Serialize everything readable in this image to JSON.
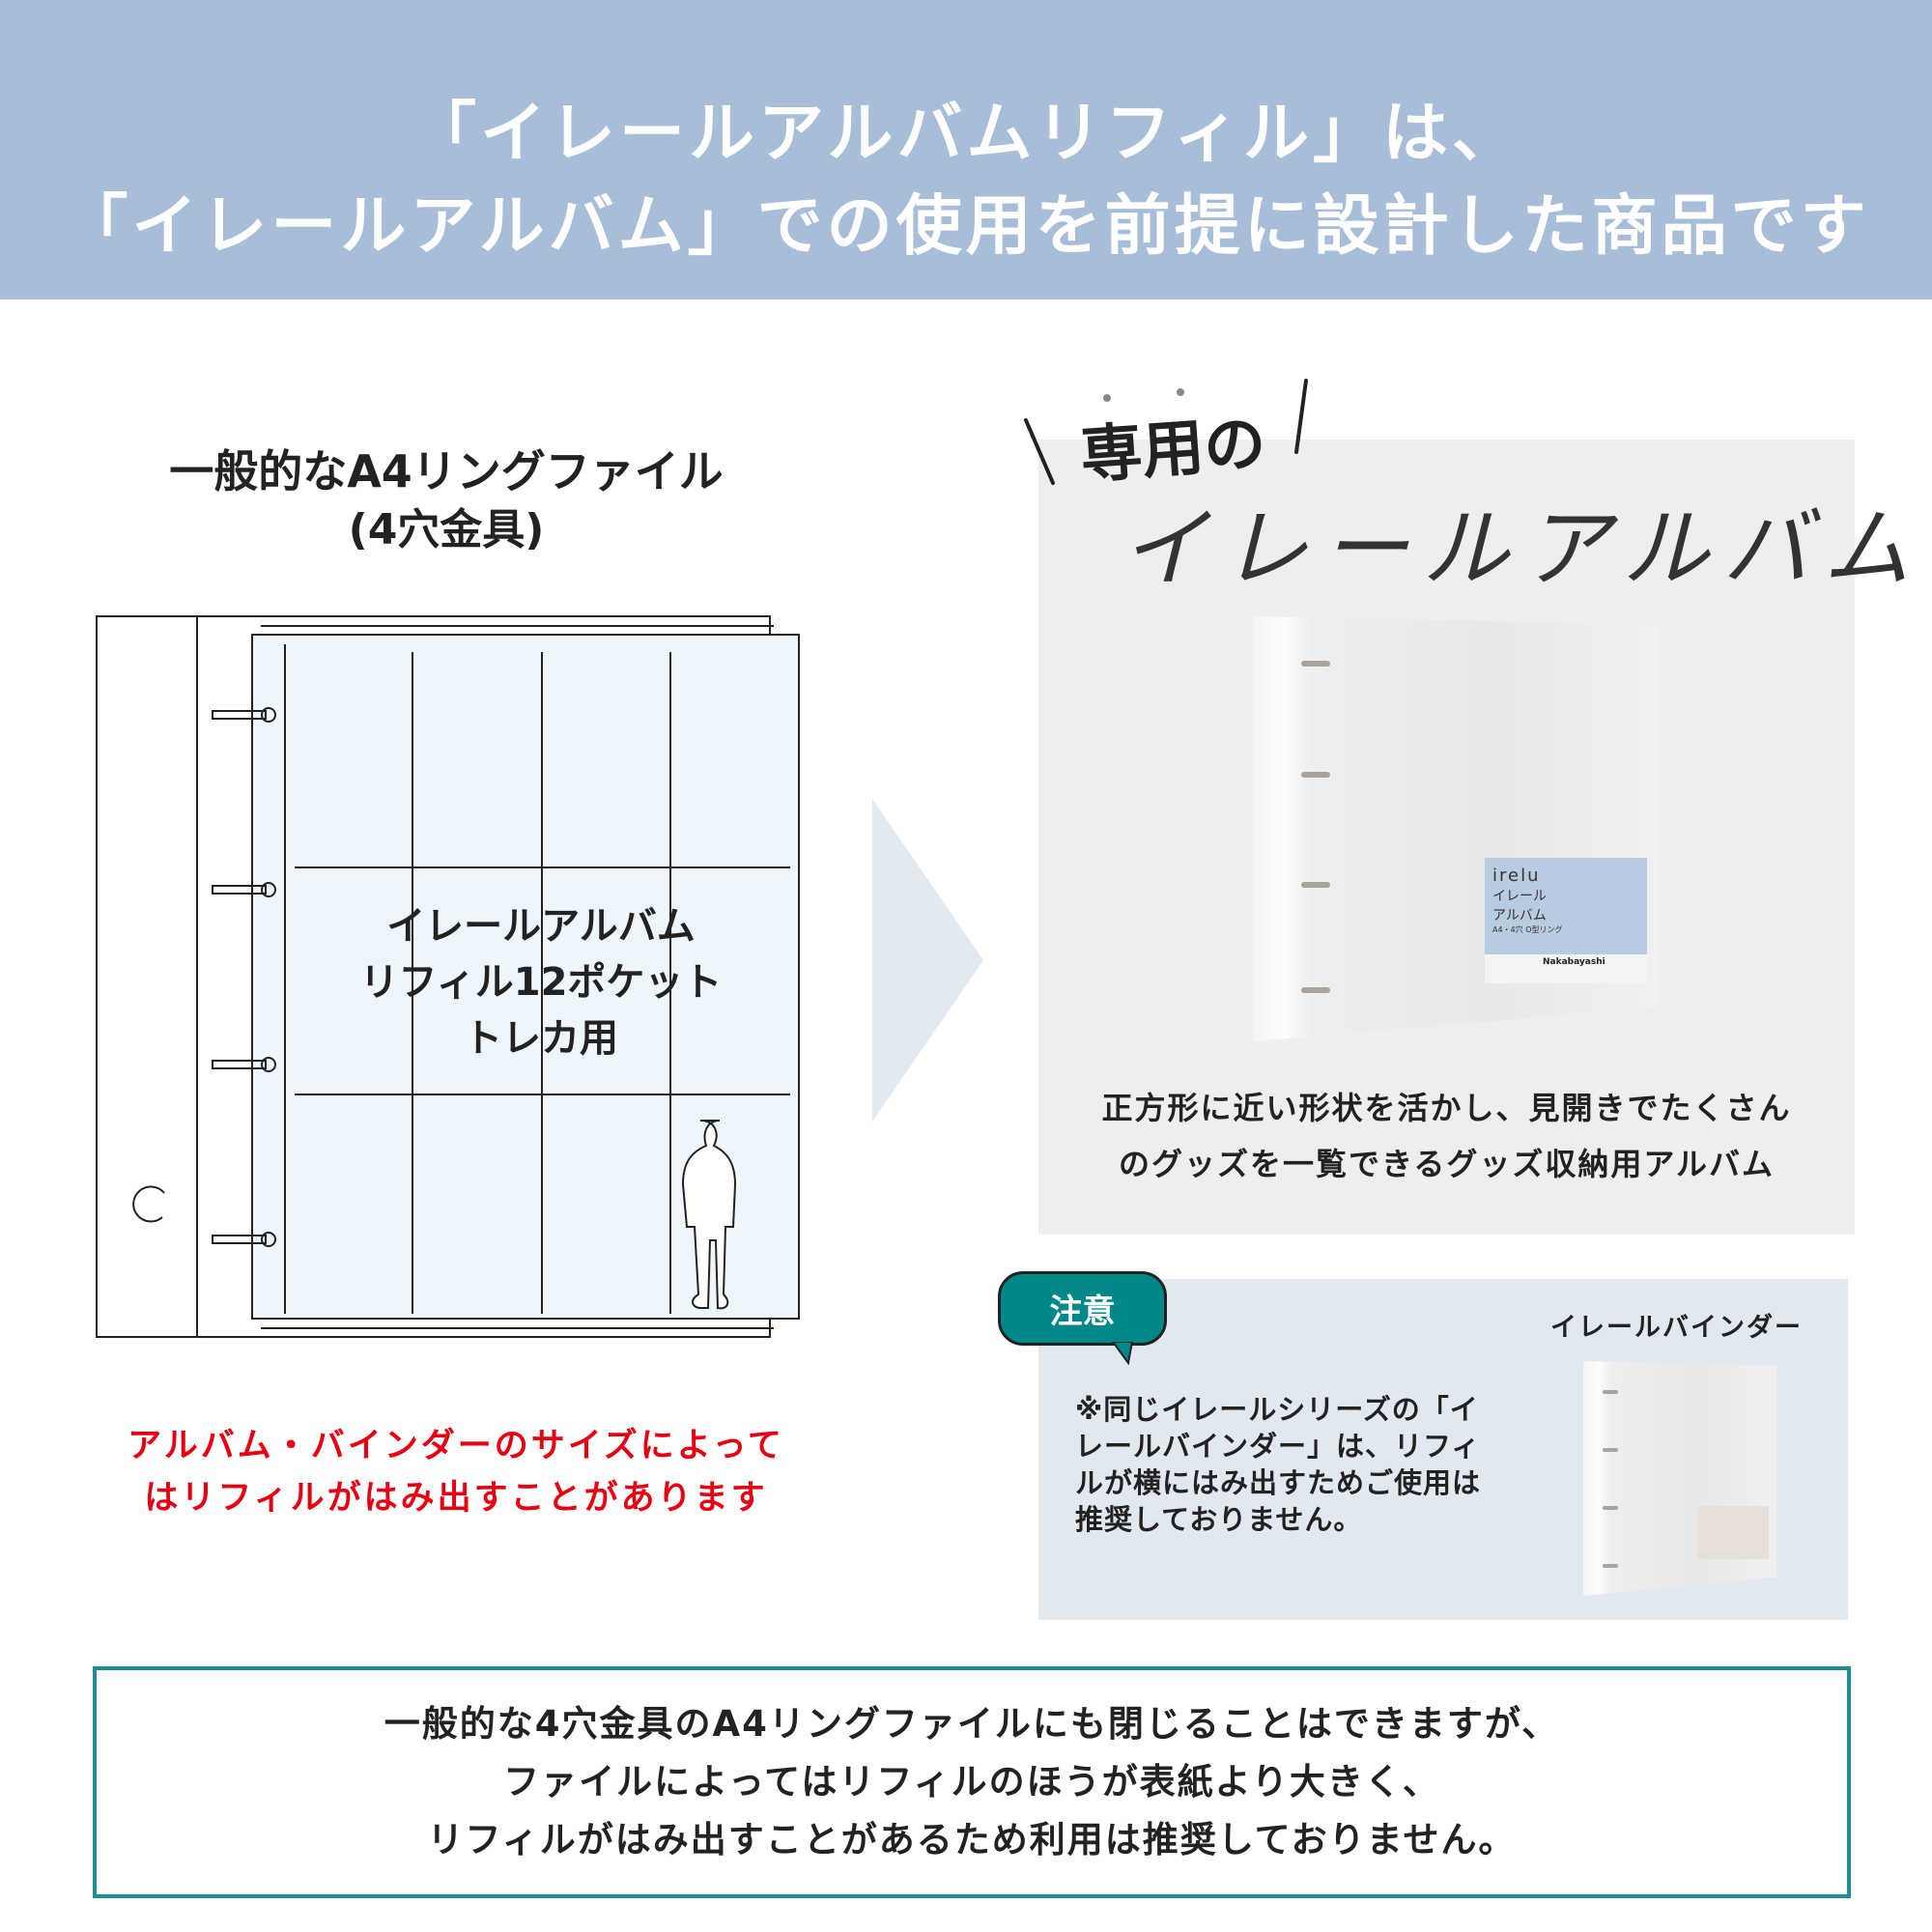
{
  "header": {
    "line1": "「イレールアルバムリフィル」は、",
    "line2": "「イレールアルバム」での使用を前提に設計した商品です"
  },
  "left": {
    "title": "一般的なA4リングファイル",
    "subtitle": "(4穴金具)",
    "refill_label": [
      "イレールアルバム",
      "リフィル12ポケット",
      "トレカ用"
    ],
    "warning": [
      "アルバム・バインダーのサイズによって",
      "はリフィルがはみ出すことがあります"
    ]
  },
  "right": {
    "tag": "専用の",
    "product_name": "イレールアルバム",
    "description": [
      "正方形に近い形状を活かし、見開きでたくさん",
      "のグッズを一覧できるグッズ収納用アルバム"
    ],
    "package": {
      "brand": "irelu",
      "name": [
        "イレール",
        "アルバム"
      ],
      "spec": "A4・4穴 O型リング",
      "maker": "Nakabayashi"
    }
  },
  "notice": {
    "badge": "注意",
    "binder_label": "イレールバインダー",
    "text": [
      "※同じイレールシリーズの「イ",
      "レールバインダー」は、リフィ",
      "ルが横にはみ出すためご使用は",
      "推奨しておりません。"
    ]
  },
  "bottom": {
    "lines": [
      "一般的な4穴金具のA4リングファイルにも閉じることはできますが、",
      "ファイルによってはリフィルのほうが表紙より大きく、",
      "リフィルがはみ出すことがあるため利用は推奨しておりません。"
    ]
  },
  "colors": {
    "header": "#a7bdd8",
    "teal": "#00878a",
    "warning": "#e60012",
    "panel": "#efeeec",
    "notice_panel": "#e2e8f0",
    "refill": "#eef5fb"
  }
}
